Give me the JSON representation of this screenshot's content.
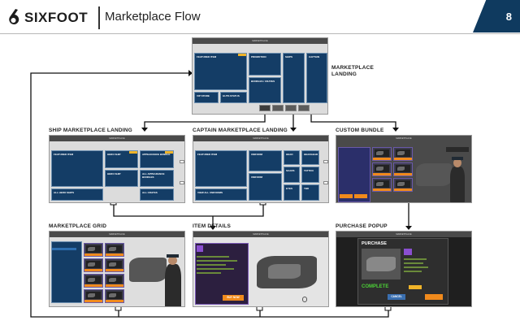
{
  "header": {
    "logo_text": "SIXFOOT",
    "title": "Marketplace Flow",
    "page_number": "8"
  },
  "screens": {
    "marketplace_landing": {
      "label": "MARKETPLACE\nLANDING",
      "tiles": {
        "featured": "FEATURED ITEM",
        "promotion": "PROMOTION",
        "ships": "SHIPS",
        "captain": "CAPTAIN",
        "bundles": "BUNDLES / CRATES",
        "vip": "VIP STORE",
        "guts": "GUTS STATUS"
      }
    },
    "ship_landing": {
      "label": "SHIP MARKETPLACE LANDING",
      "tiles": {
        "featured": "FEATURED ITEM",
        "hero1": "HERO SHIP",
        "hero2": "HERO SHIP",
        "appearance": "APPEARANCE BUNDLE",
        "all_appearance": "ALL APPEARANCE BUNDLES",
        "all_hero": "ALL HERO SHIPS",
        "all_crates": "ALL CRATES"
      }
    },
    "captain_landing": {
      "label": "CAPTAIN MARKETPLACE LANDING",
      "tiles": {
        "featured": "FEATURED ITEM",
        "uniform1": "UNIFORM",
        "uniform2": "UNIFORM",
        "head": "HEAD",
        "headgear": "HEADGEAR",
        "scars": "SCARS",
        "tattoo": "TATTOO",
        "eyes": "EYES",
        "tbd": "TBD",
        "view_all": "VIEW ALL UNIFORMS"
      }
    },
    "custom_bundle": {
      "label": "CUSTOM BUNDLE"
    },
    "marketplace_grid": {
      "label": "MARKETPLACE GRID"
    },
    "item_details": {
      "label": "ITEM DETAILS",
      "buy_label": "BUY NOW"
    },
    "purchase_popup": {
      "label": "PURCHASE POPUP",
      "heading": "PURCHASE",
      "complete": "COMPLETE",
      "cancel": "CANCEL"
    }
  },
  "colors": {
    "tile": "#143d66",
    "accent": "#f0b429",
    "page_tab": "#0f3a5f"
  }
}
